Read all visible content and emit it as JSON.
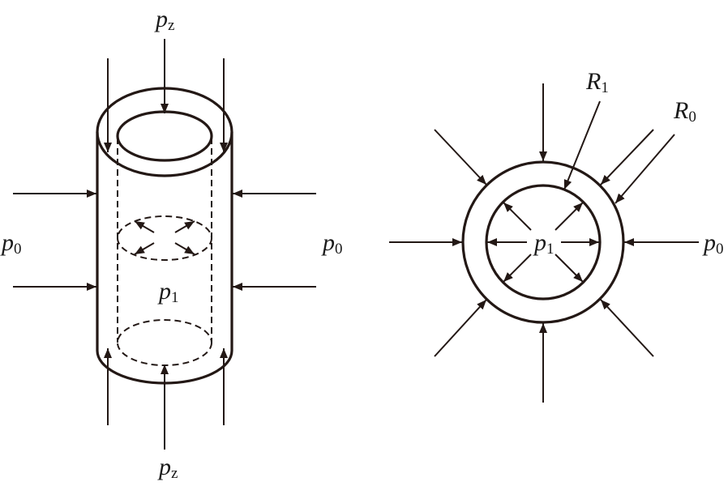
{
  "labels": {
    "pz_top": {
      "main": "p",
      "sub": "z"
    },
    "pz_bottom": {
      "main": "p",
      "sub": "z"
    },
    "p0_left": {
      "main": "p",
      "sub": "0"
    },
    "p0_mid": {
      "main": "p",
      "sub": "0"
    },
    "p0_right": {
      "main": "p",
      "sub": "0"
    },
    "p1_cyl": {
      "main": "p",
      "sub": "1"
    },
    "p1_ring": {
      "main": "p",
      "sub": "1"
    },
    "R1": {
      "main": "R",
      "sub": "1"
    },
    "R0": {
      "main": "R",
      "sub": "0"
    }
  },
  "colors": {
    "stroke": "#231815",
    "text": "#1a1a1a",
    "background": "#ffffff"
  }
}
